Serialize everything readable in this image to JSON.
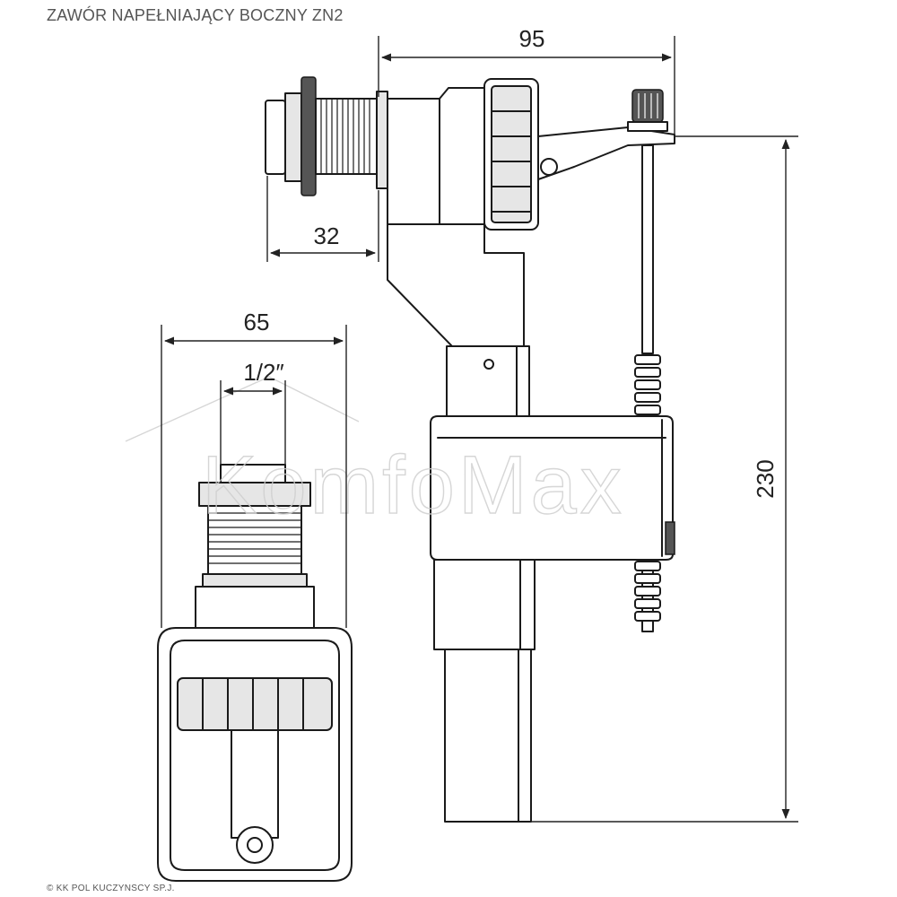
{
  "header": {
    "title": "ZAWÓR NAPEŁNIAJĄCY BOCZNY ZN2"
  },
  "dimensions": {
    "width_95": "95",
    "thread_32": "32",
    "width_65": "65",
    "thread_size": "1/2″",
    "height_230": "230"
  },
  "watermark": {
    "text": "KomfoMax"
  },
  "footer": {
    "copyright": "© KK POL KUCZYNSCY SP.J."
  },
  "colors": {
    "line": "#1a1a1a",
    "shade": "#e6e6e6",
    "watermark": "#cfcfcf"
  }
}
